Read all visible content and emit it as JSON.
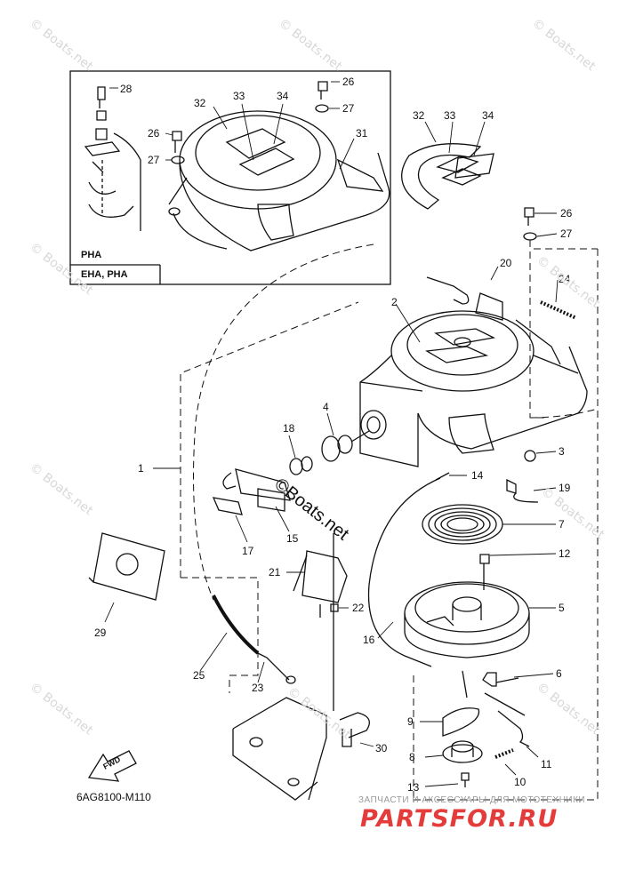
{
  "watermark": "© Boats.net",
  "center_watermark": "©Boats.net",
  "inset": {
    "label_pha": "PHA",
    "label_eha_pha": "EHA, PHA"
  },
  "diagram_code": "6AG8100-M110",
  "fwd_label": "FWD",
  "brand": {
    "tagline": "ЗАПЧАСТИ И АКСЕССУАРЫ ДЛЯ МОТОТЕХНИКИ",
    "name": "PARTSFOR.RU",
    "color": "#e43b3b"
  },
  "callouts": [
    "28",
    "26",
    "27",
    "32",
    "33",
    "34",
    "31",
    "26",
    "27",
    "32",
    "33",
    "34",
    "26",
    "27",
    "20",
    "24",
    "2",
    "1",
    "4",
    "18",
    "17",
    "15",
    "14",
    "19",
    "3",
    "7",
    "12",
    "5",
    "21",
    "22",
    "16",
    "29",
    "25",
    "23",
    "6",
    "9",
    "11",
    "8",
    "10",
    "13",
    "30"
  ]
}
